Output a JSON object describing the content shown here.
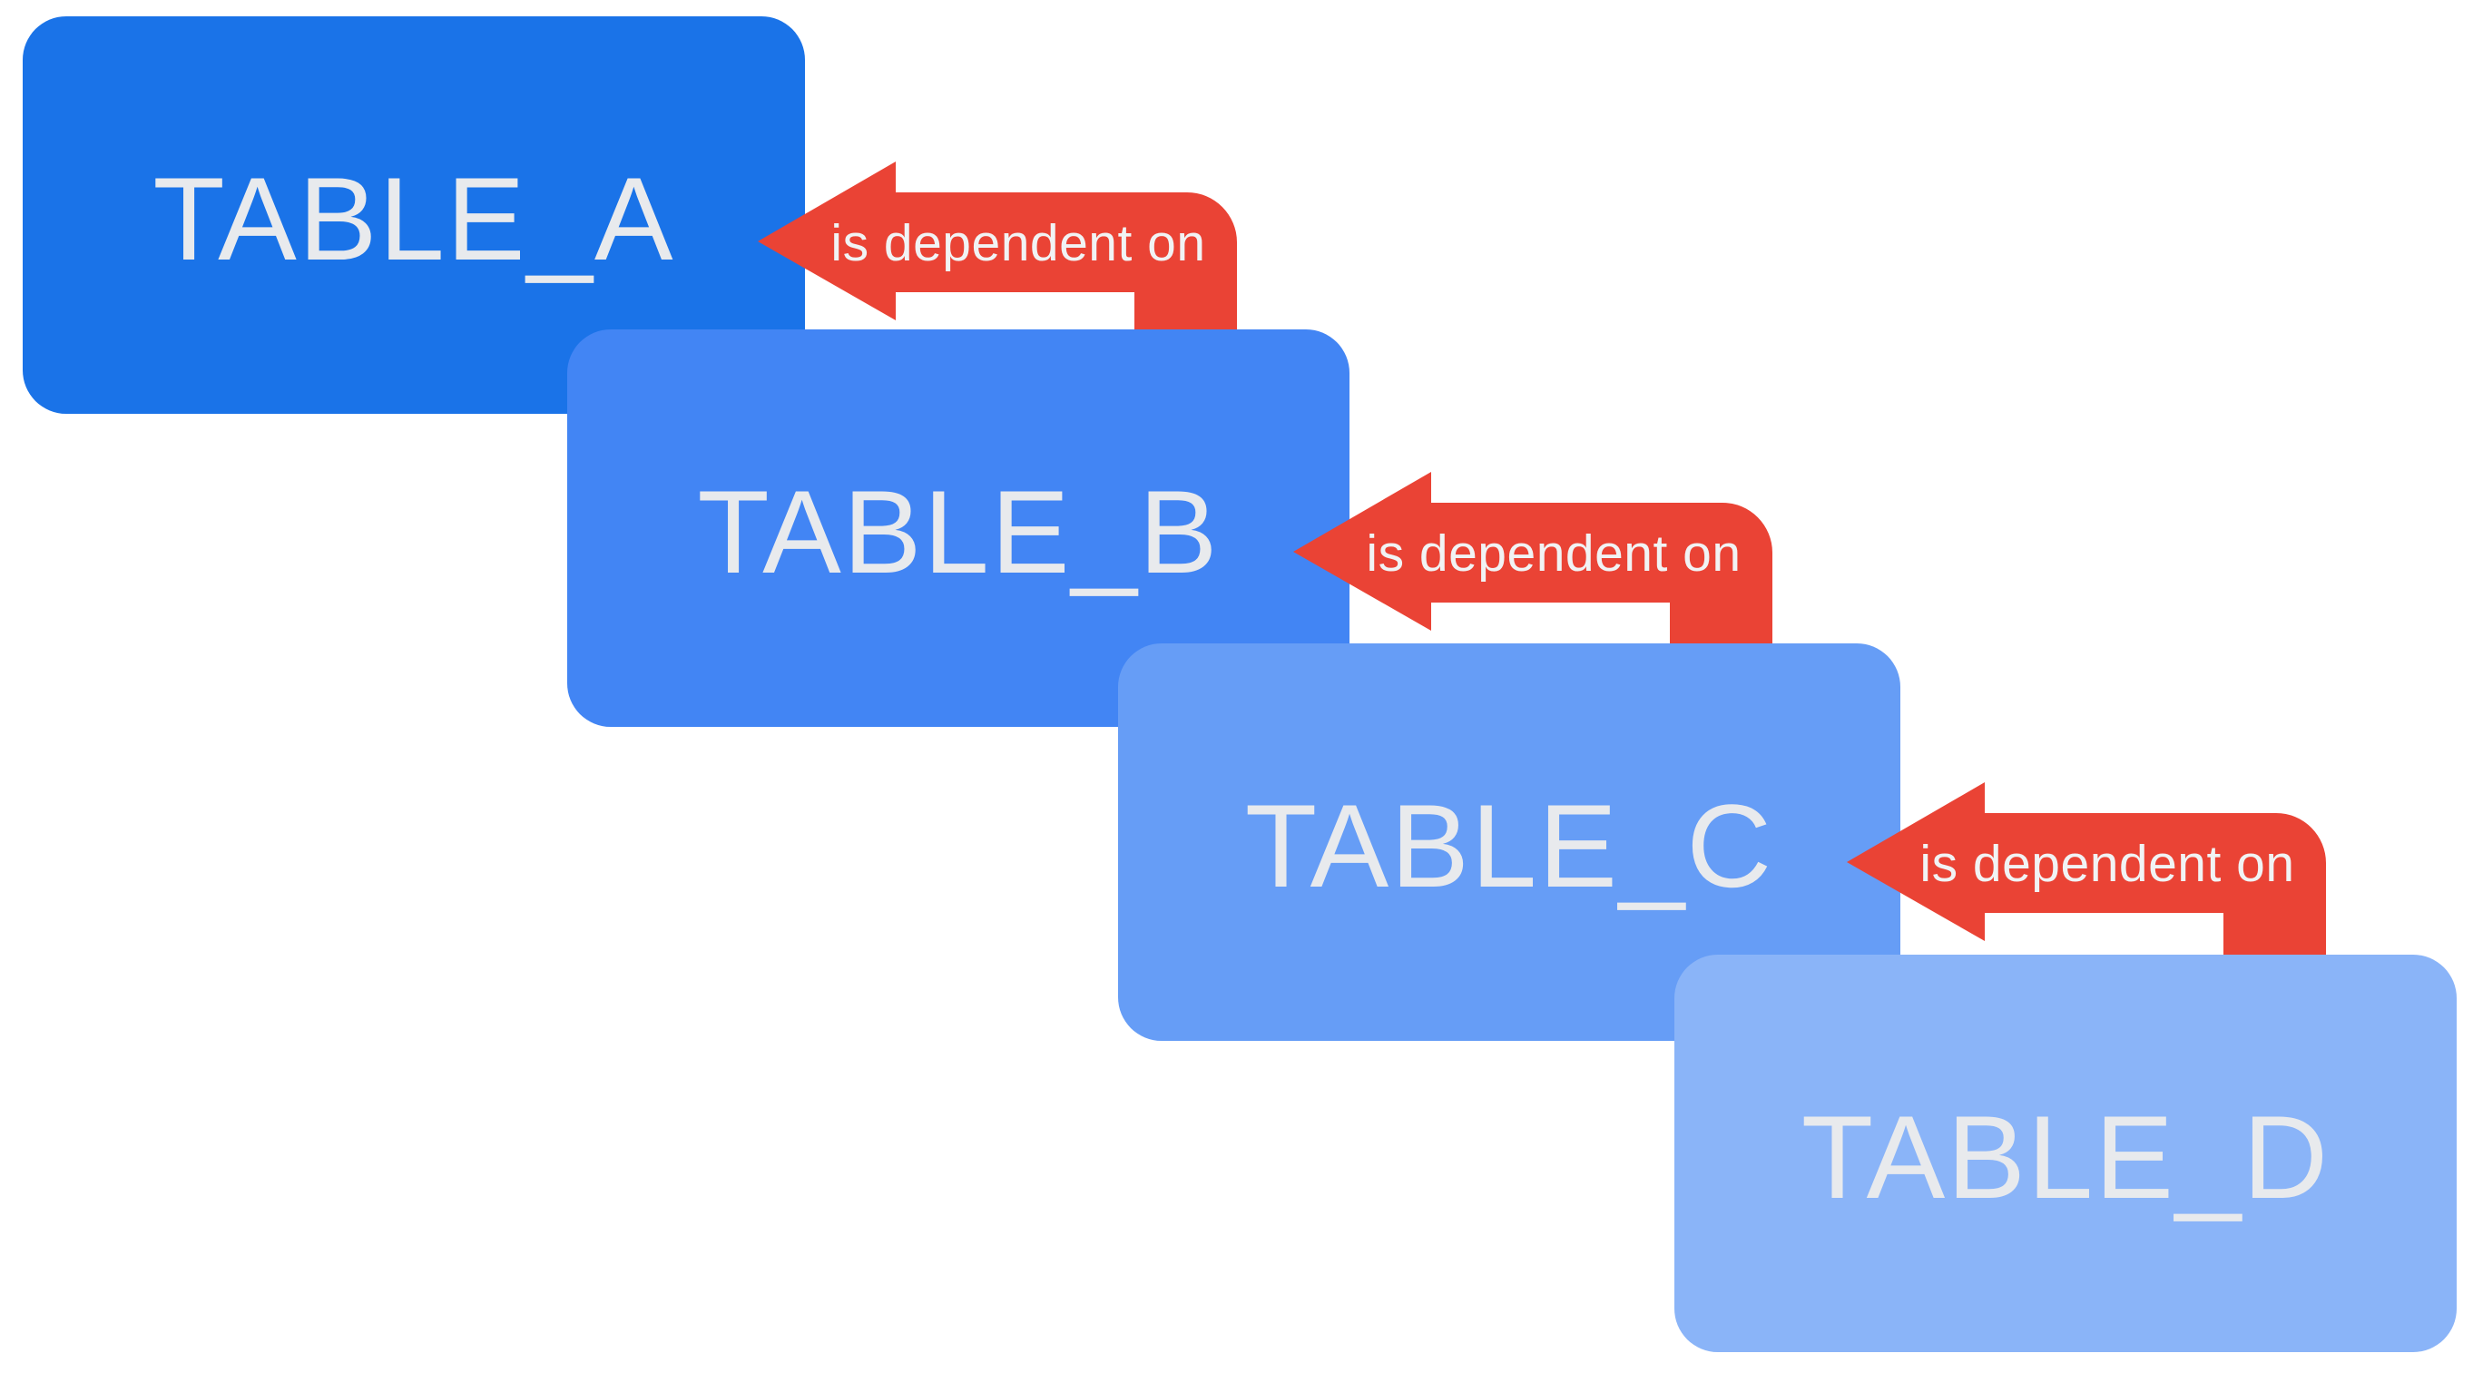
{
  "diagram": {
    "description": "Table dependency chain diagram",
    "background_color": "#ffffff",
    "table_label_color": "#e8eaed",
    "arrow_color": "#ea4335",
    "arrow_label_color": "#f1f3f4",
    "tables": [
      {
        "label": "TABLE_A",
        "color": "#1a73e8"
      },
      {
        "label": "TABLE_B",
        "color": "#4285f4"
      },
      {
        "label": "TABLE_C",
        "color": "#669df6"
      },
      {
        "label": "TABLE_D",
        "color": "#8ab4f8"
      }
    ],
    "arrows": [
      {
        "label": "is dependent on",
        "from": "TABLE_B",
        "to": "TABLE_A"
      },
      {
        "label": "is dependent on",
        "from": "TABLE_C",
        "to": "TABLE_B"
      },
      {
        "label": "is dependent on",
        "from": "TABLE_D",
        "to": "TABLE_C"
      }
    ]
  }
}
